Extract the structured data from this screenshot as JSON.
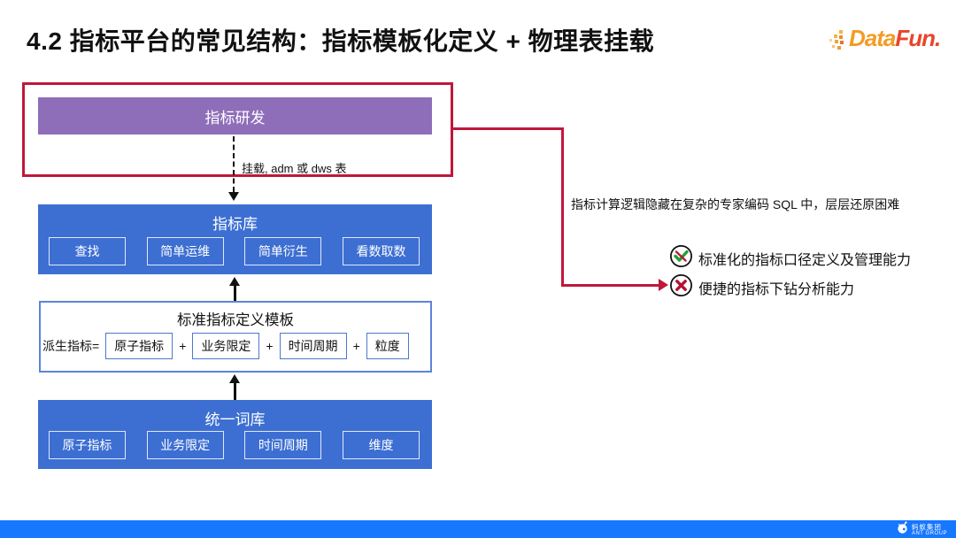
{
  "title": "4.2 指标平台的常见结构：指标模板化定义 + 物理表挂载",
  "logos": {
    "datafun_data": "Data",
    "datafun_fun": "Fun.",
    "ant_cn": "蚂蚁集团",
    "ant_en": "ANT GROUP"
  },
  "diagram": {
    "metric_dev": {
      "title": "指标研发"
    },
    "mount_label": "挂载, adm 或 dws 表",
    "metric_store": {
      "title": "指标库",
      "tags": [
        "查找",
        "简单运维",
        "简单衍生",
        "看数取数"
      ]
    },
    "template": {
      "title": "标准指标定义模板",
      "formula_lhs": "派生指标=",
      "plus": "+",
      "terms": [
        "原子指标",
        "业务限定",
        "时间周期",
        "粒度"
      ]
    },
    "vocab": {
      "title": "统一词库",
      "tags": [
        "原子指标",
        "业务限定",
        "时间周期",
        "维度"
      ]
    }
  },
  "annotations": {
    "pain_point": "指标计算逻辑隐藏在复杂的专家编码 SQL 中，层层还原困难",
    "bullets": [
      {
        "icon": "check-strike-icon",
        "text": "标准化的指标口径定义及管理能力"
      },
      {
        "icon": "cross-icon",
        "text": "便捷的指标下钻分析能力"
      }
    ]
  },
  "colors": {
    "accent_red": "#C1173B",
    "box_blue": "#3D6FD2",
    "box_purple": "#8E6EB9",
    "bar_blue": "#1677FF",
    "check_green": "#1FA12E",
    "cross_red": "#B3132F",
    "datafun_orange": "#F49B26",
    "datafun_red": "#E8462B"
  }
}
